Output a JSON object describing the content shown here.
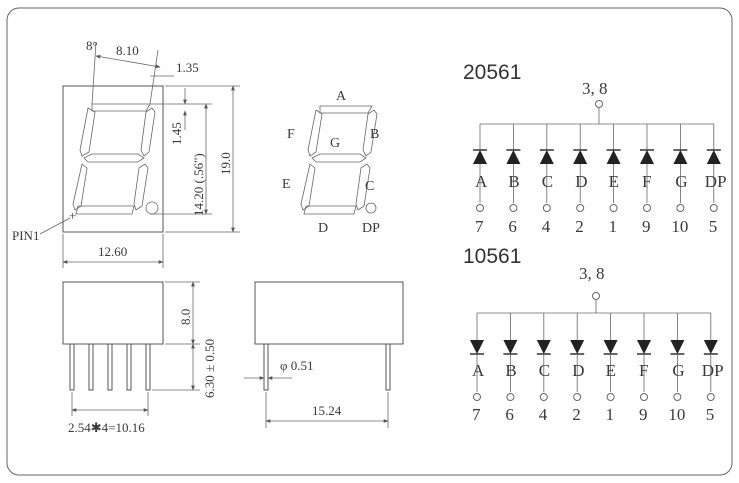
{
  "front_view": {
    "angle": "8°",
    "width_top": "8.10",
    "seg_thick": "1.35",
    "seg_gap": "1.45",
    "digit_height": "14.20 (.56\")",
    "total_height": "19.0",
    "body_width": "12.60",
    "pin1": "PIN1"
  },
  "segment_view": {
    "labels": [
      "A",
      "B",
      "C",
      "D",
      "E",
      "F",
      "G",
      "DP"
    ]
  },
  "side_view": {
    "body_height": "8.0",
    "pin_length": "6.30 ± 0.50",
    "pin_pitch": "2.54✱4=10.16",
    "pin_diameter": "φ 0.51",
    "row_spacing": "15.24"
  },
  "circuits": [
    {
      "title": "20561",
      "common": "3, 8",
      "type": "common-anode",
      "segments": [
        "A",
        "B",
        "C",
        "D",
        "E",
        "F",
        "G",
        "DP"
      ],
      "pins": [
        "7",
        "6",
        "4",
        "2",
        "1",
        "9",
        "10",
        "5"
      ]
    },
    {
      "title": "10561",
      "common": "3, 8",
      "type": "common-cathode",
      "segments": [
        "A",
        "B",
        "C",
        "D",
        "E",
        "F",
        "G",
        "DP"
      ],
      "pins": [
        "7",
        "6",
        "4",
        "2",
        "1",
        "9",
        "10",
        "5"
      ]
    }
  ],
  "colors": {
    "background": "#ffffff",
    "line": "#555555",
    "diode_fill": "#222222"
  }
}
